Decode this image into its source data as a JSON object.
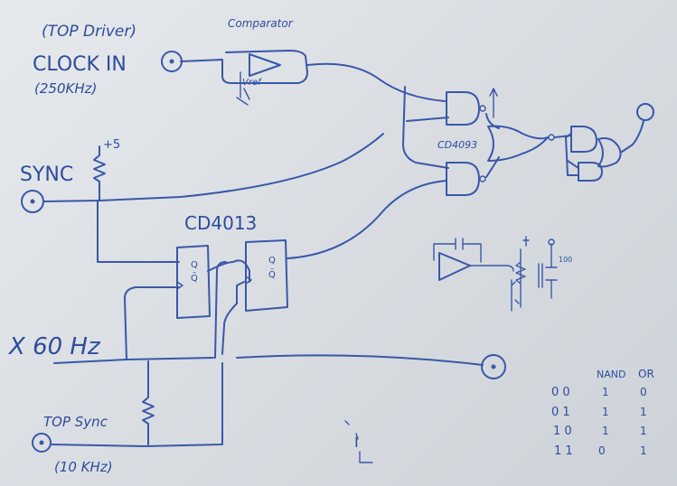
{
  "labels": {
    "top_driver": "(TOP Driver)",
    "comparator": "Comparator",
    "clock_in": "CLOCK IN",
    "clock_freq": "(250KHz)",
    "vref": "Vref",
    "plus5": "+5",
    "sync": "SYNC",
    "cd4013": "CD4013",
    "ff_q": "Q",
    "ff_qbar": "Q̄",
    "cd4093": "CD4093",
    "x60hz": "X 60 Hz",
    "top_sync": "TOP Sync",
    "sync_freq": "(10 KHz)",
    "r100": "100",
    "misc_ic": "I"
  },
  "truth_table": {
    "headers": [
      "NAND",
      "OR"
    ],
    "rows": [
      [
        "0 0",
        "1",
        "0"
      ],
      [
        "0 1",
        "1",
        "1"
      ],
      [
        "1 0",
        "1",
        "1"
      ],
      [
        "1 1",
        "0",
        "1"
      ]
    ]
  },
  "colors": {
    "ink": "#3a57a8",
    "board": "#dadee3"
  }
}
